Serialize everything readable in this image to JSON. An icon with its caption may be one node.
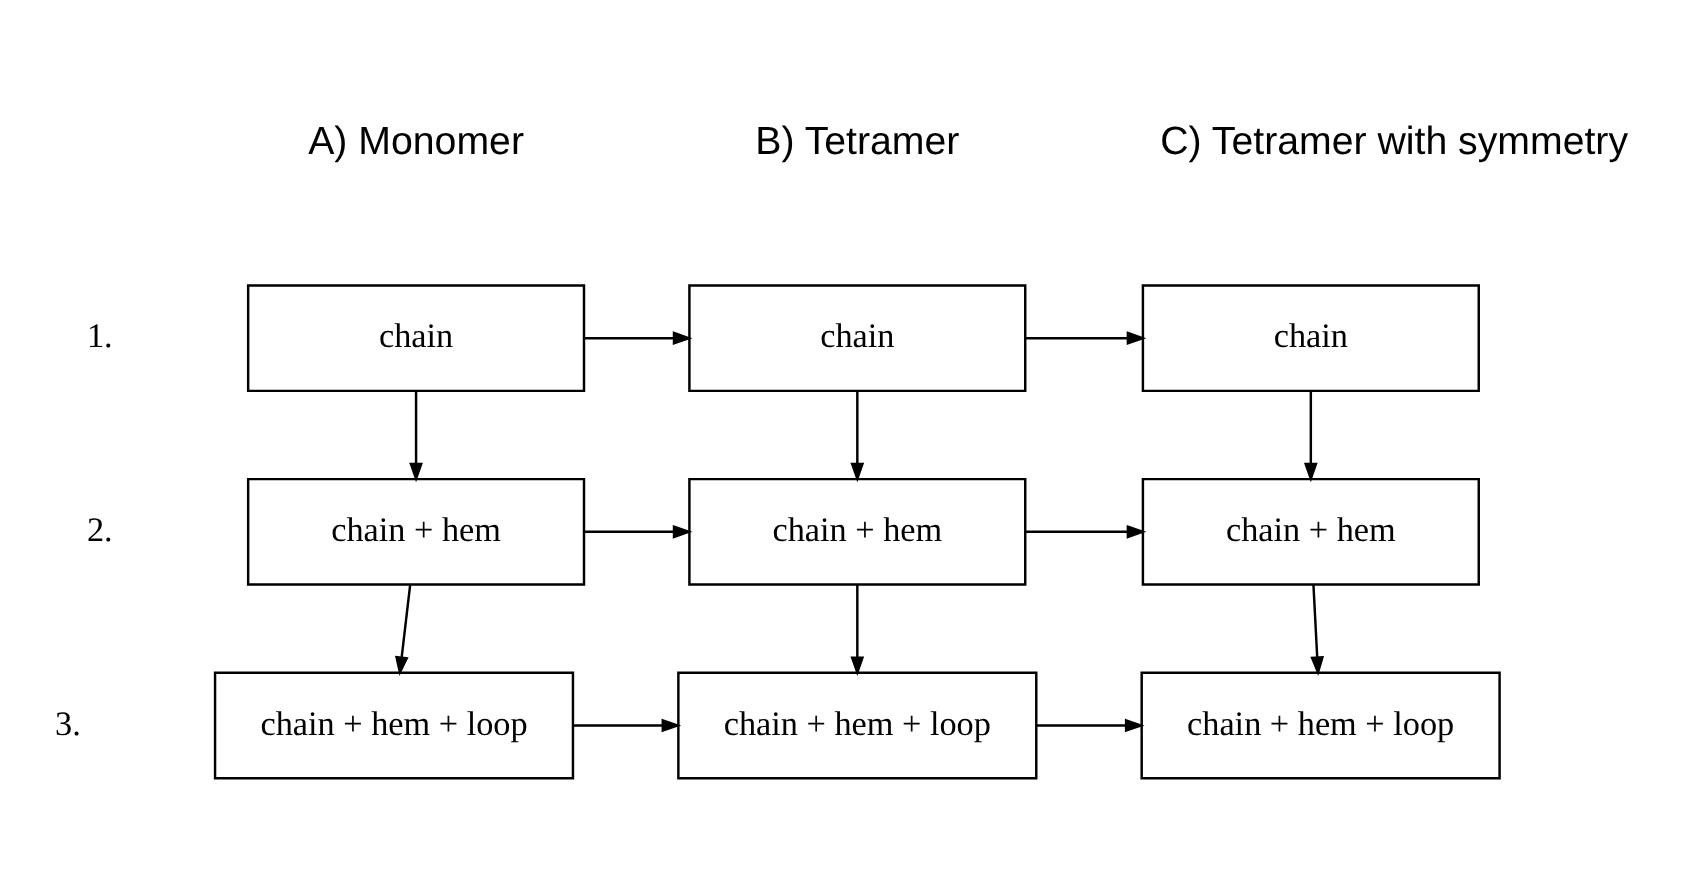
{
  "diagram": {
    "nodes": [
      {
        "text": [
          "chain"
        ]
      },
      {
        "text": [
          "chain"
        ]
      },
      {
        "text": [
          "chain"
        ]
      },
      {
        "text": [
          "chain + hem"
        ]
      },
      {
        "text": [
          "chain + hem"
        ]
      },
      {
        "text": [
          "chain + hem"
        ]
      },
      {
        "text": [
          "chain + hem + loop"
        ]
      },
      {
        "text": [
          "chain + hem + loop"
        ]
      },
      {
        "text": [
          "chain + hem + loop"
        ]
      }
    ],
    "edges": [
      {
        "from": 0,
        "to": 1,
        "arrow": "to"
      },
      {
        "from": 1,
        "to": 2,
        "arrow": "to"
      },
      {
        "from": 0,
        "to": 3,
        "arrow": "to"
      },
      {
        "from": 1,
        "to": 4,
        "arrow": "to"
      },
      {
        "from": 2,
        "to": 5,
        "arrow": "to"
      },
      {
        "from": 3,
        "to": 4,
        "arrow": "to"
      },
      {
        "from": 4,
        "to": 5,
        "arrow": "to"
      },
      {
        "from": 3,
        "to": 6,
        "arrow": "to"
      },
      {
        "from": 4,
        "to": 7,
        "arrow": "to"
      },
      {
        "from": 5,
        "to": 8,
        "arrow": "to"
      },
      {
        "from": 6,
        "to": 7,
        "arrow": "to"
      },
      {
        "from": 7,
        "to": 8,
        "arrow": "to"
      }
    ],
    "labels": [
      "A) Monomer",
      "B) Tetramer",
      "C) Tetramer with symmetry",
      "1.",
      "2.",
      "3."
    ]
  }
}
